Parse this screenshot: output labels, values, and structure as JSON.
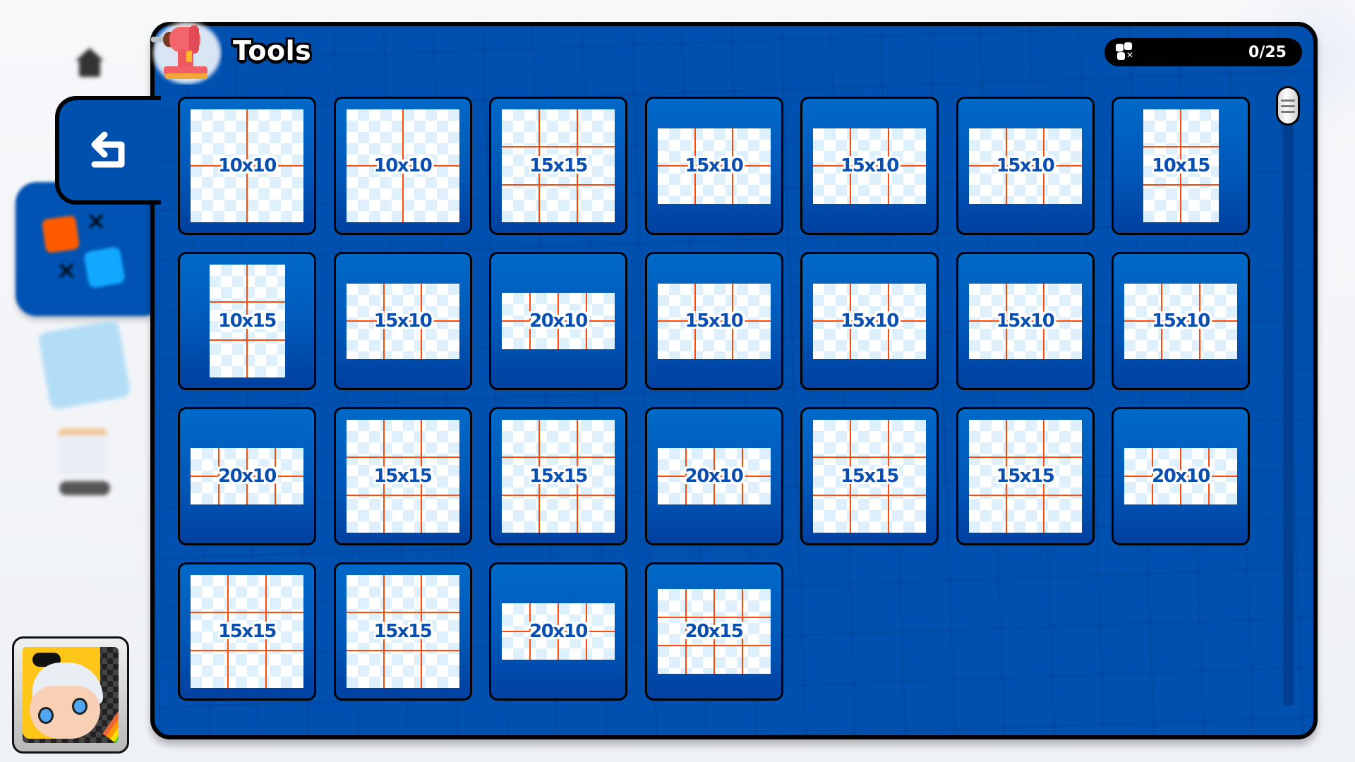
{
  "header": {
    "title": "Tools",
    "icon": "drill-icon"
  },
  "counter": {
    "icon": "puzzle-pieces-icon",
    "value": "0/25"
  },
  "back_button": {
    "icon": "back-arrow-icon"
  },
  "sidebar": {
    "items": [
      {
        "icon": "home-icon",
        "state": "inactive"
      },
      {
        "icon": "puzzle-shapes-icon",
        "state": "active"
      },
      {
        "icon": "cards-icon",
        "state": "inactive"
      },
      {
        "icon": "calendar-icon",
        "state": "inactive"
      }
    ],
    "avatar": {
      "icon": "player-avatar"
    }
  },
  "colors": {
    "panel": "#0050B0",
    "card_top": "#0069C8",
    "card_bottom": "#0040A0",
    "grid_line": "#FF4A0A",
    "checker": "#DFF0FD",
    "label": "#0A4FB0"
  },
  "grid": {
    "tiles": [
      {
        "label": "10x10",
        "w": 10,
        "h": 10
      },
      {
        "label": "10x10",
        "w": 10,
        "h": 10
      },
      {
        "label": "15x15",
        "w": 15,
        "h": 15
      },
      {
        "label": "15x10",
        "w": 15,
        "h": 10
      },
      {
        "label": "15x10",
        "w": 15,
        "h": 10
      },
      {
        "label": "15x10",
        "w": 15,
        "h": 10
      },
      {
        "label": "10x15",
        "w": 10,
        "h": 15
      },
      {
        "label": "10x15",
        "w": 10,
        "h": 15
      },
      {
        "label": "15x10",
        "w": 15,
        "h": 10
      },
      {
        "label": "20x10",
        "w": 20,
        "h": 10
      },
      {
        "label": "15x10",
        "w": 15,
        "h": 10
      },
      {
        "label": "15x10",
        "w": 15,
        "h": 10
      },
      {
        "label": "15x10",
        "w": 15,
        "h": 10
      },
      {
        "label": "15x10",
        "w": 15,
        "h": 10
      },
      {
        "label": "20x10",
        "w": 20,
        "h": 10
      },
      {
        "label": "15x15",
        "w": 15,
        "h": 15
      },
      {
        "label": "15x15",
        "w": 15,
        "h": 15
      },
      {
        "label": "20x10",
        "w": 20,
        "h": 10
      },
      {
        "label": "15x15",
        "w": 15,
        "h": 15
      },
      {
        "label": "15x15",
        "w": 15,
        "h": 15
      },
      {
        "label": "20x10",
        "w": 20,
        "h": 10
      },
      {
        "label": "15x15",
        "w": 15,
        "h": 15
      },
      {
        "label": "15x15",
        "w": 15,
        "h": 15
      },
      {
        "label": "20x10",
        "w": 20,
        "h": 10
      },
      {
        "label": "20x15",
        "w": 20,
        "h": 15
      }
    ]
  }
}
